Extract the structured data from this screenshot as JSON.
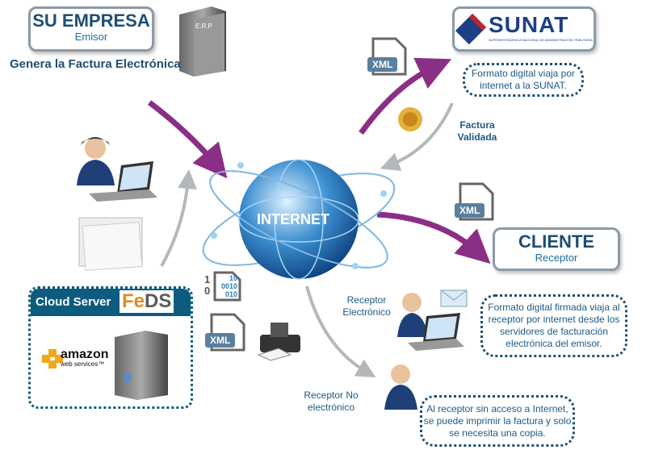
{
  "emisor": {
    "title": "SU EMPRESA",
    "subtitle": "Emisor",
    "caption": "Genera la Factura Electrónica",
    "server_label": "E.R.P"
  },
  "internet": {
    "label": "INTERNET"
  },
  "sunat": {
    "logo_text": "SUNAT",
    "logo_subtext": "SUPERINTENDENCIA NACIONAL DE ADMINISTRACIÓN TRIBUTARIA",
    "note": "Formato digital viaja por internet a la SUNAT.",
    "return_label": "Factura Validada"
  },
  "cliente": {
    "title": "CLIENTE",
    "subtitle": "Receptor"
  },
  "xml_label": "XML",
  "binary": {
    "l1": "10",
    "l2": "0010",
    "l3": "010",
    "side1": "1",
    "side0": "0"
  },
  "cloud": {
    "title": "Cloud Server",
    "brand_fe": "Fe",
    "brand_ds": "DS",
    "amazon": "amazon",
    "webservices": "web services™"
  },
  "receptor_electronico": {
    "label": "Receptor Electrónico",
    "note": "Formato digital firmada viaja al receptor por internet desde los servidores de facturación electrónica del emisor."
  },
  "receptor_no_electronico": {
    "label": "Receptor No electrónico",
    "note": "Al receptor sin acceso a Internet, se puede imprimir la factura y solo se necesita una copia."
  },
  "colors": {
    "purple_arrow": "#8b2f86",
    "gray_arrow": "#b5b8bb",
    "dark_blue": "#1d4e73",
    "cloud_header": "#0d5b7e",
    "feds_orange": "#e08a1e"
  }
}
